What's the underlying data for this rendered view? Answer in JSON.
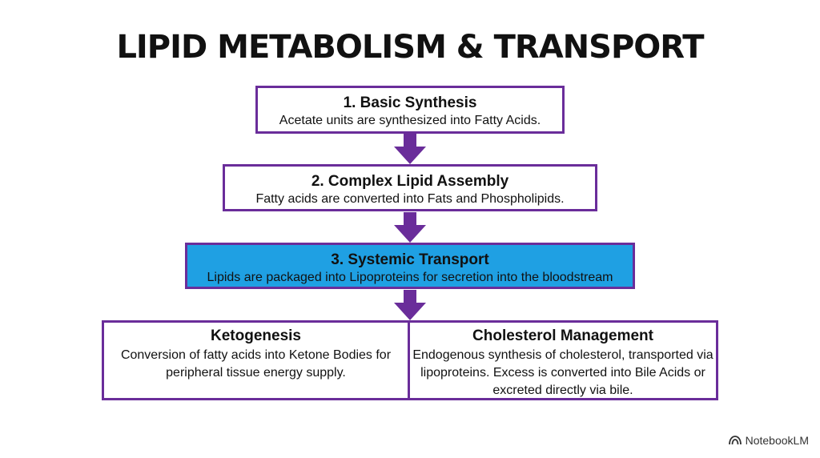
{
  "title": "LIPID METABOLISM & TRANSPORT",
  "steps": [
    {
      "heading": "1. Basic Synthesis",
      "text": "Acetate units are synthesized into Fatty Acids."
    },
    {
      "heading": "2. Complex Lipid Assembly",
      "text": "Fatty acids are converted into Fats and Phospholipids."
    },
    {
      "heading": "3. Systemic Transport",
      "text": "Lipids are packaged into Lipoproteins for secretion into the bloodstream"
    }
  ],
  "branches": [
    {
      "heading": "Ketogenesis",
      "text": "Conversion of fatty acids into Ketone Bodies for peripheral tissue energy supply."
    },
    {
      "heading": "Cholesterol Management",
      "text": "Endogenous synthesis of cholesterol, transported via lipoproteins. Excess is converted into Bile Acids or excreted directly via bile."
    }
  ],
  "watermark": {
    "label": "NotebookLM",
    "icon": "notebooklm-logo-icon"
  },
  "colors": {
    "border": "#6a2d9a",
    "arrow": "#6a2d9a",
    "highlight": "#1fa0e3",
    "text": "#111111"
  }
}
